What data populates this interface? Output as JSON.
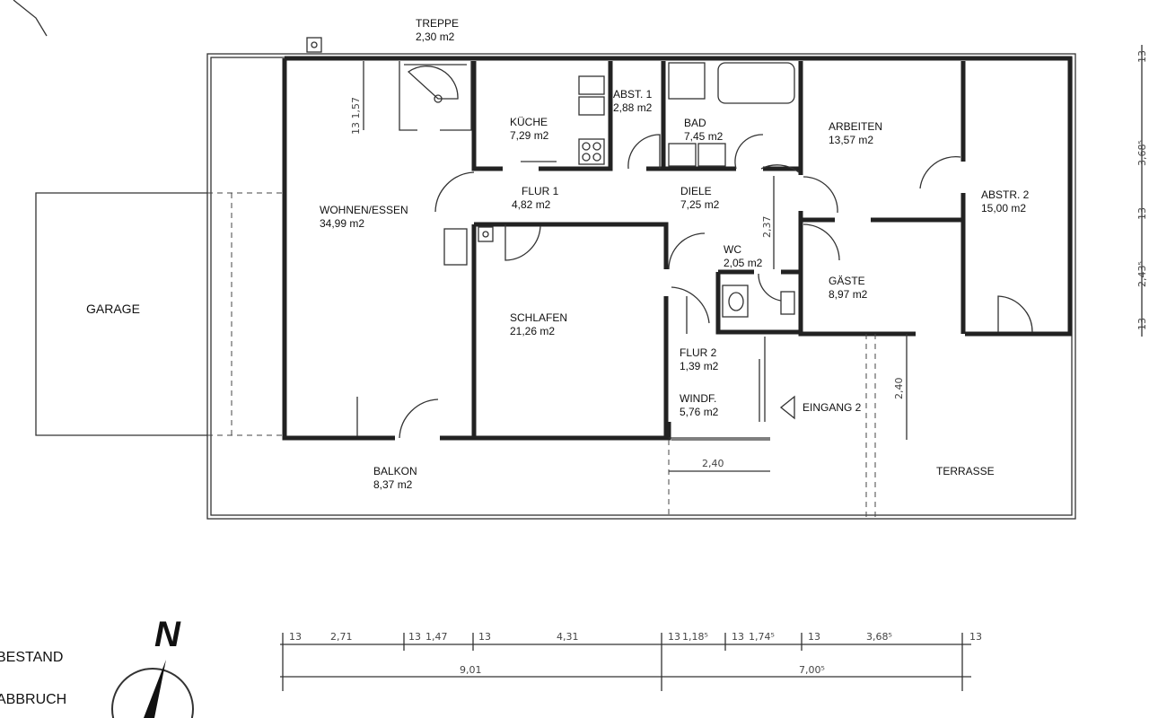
{
  "title_external": {
    "name": "TREPPE",
    "area": "2,30 m2"
  },
  "rooms": {
    "wohnen": {
      "name": "WOHNEN/ESSEN",
      "area": "34,99 m2"
    },
    "kueche": {
      "name": "KÜCHE",
      "area": "7,29 m2"
    },
    "abst1": {
      "name": "ABST. 1",
      "area": "2,88 m2"
    },
    "bad": {
      "name": "BAD",
      "area": "7,45 m2"
    },
    "arbeiten": {
      "name": "ARBEITEN",
      "area": "13,57 m2"
    },
    "abstr2": {
      "name": "ABSTR. 2",
      "area": "15,00 m2"
    },
    "flur1": {
      "name": "FLUR 1",
      "area": "4,82 m2"
    },
    "diele": {
      "name": "DIELE",
      "area": "7,25 m2"
    },
    "wc": {
      "name": "WC",
      "area": "2,05 m2"
    },
    "gaeste": {
      "name": "GÄSTE",
      "area": "8,97 m2"
    },
    "schlafen": {
      "name": "SCHLAFEN",
      "area": "21,26 m2"
    },
    "flur2": {
      "name": "FLUR 2",
      "area": "1,39 m2"
    },
    "windf": {
      "name": "WINDF.",
      "area": "5,76 m2"
    },
    "balkon": {
      "name": "BALKON",
      "area": "8,37 m2"
    },
    "garage": {
      "name": "GARAGE"
    },
    "terrasse": {
      "name": "TERRASSE"
    },
    "eingang": {
      "name": "EINGANG 2"
    }
  },
  "inner_dims": {
    "stair": "13 1,57",
    "diele": "2,37",
    "entry": "2,40",
    "terrace": "2,40"
  },
  "right_dims": [
    "13",
    "3,68⁵",
    "13",
    "2,43⁵",
    "13"
  ],
  "bottom_dims_row1": [
    "13",
    "2,71",
    "13",
    "1,47",
    "13",
    "4,31",
    "13",
    "1,18⁵",
    "13",
    "1,74⁵",
    "13",
    "3,68⁵",
    "13"
  ],
  "bottom_dims_row2": [
    "9,01",
    "7,00⁵"
  ],
  "legend": {
    "existing": "BESTAND",
    "demolition": "ABBRUCH"
  },
  "north": "N"
}
